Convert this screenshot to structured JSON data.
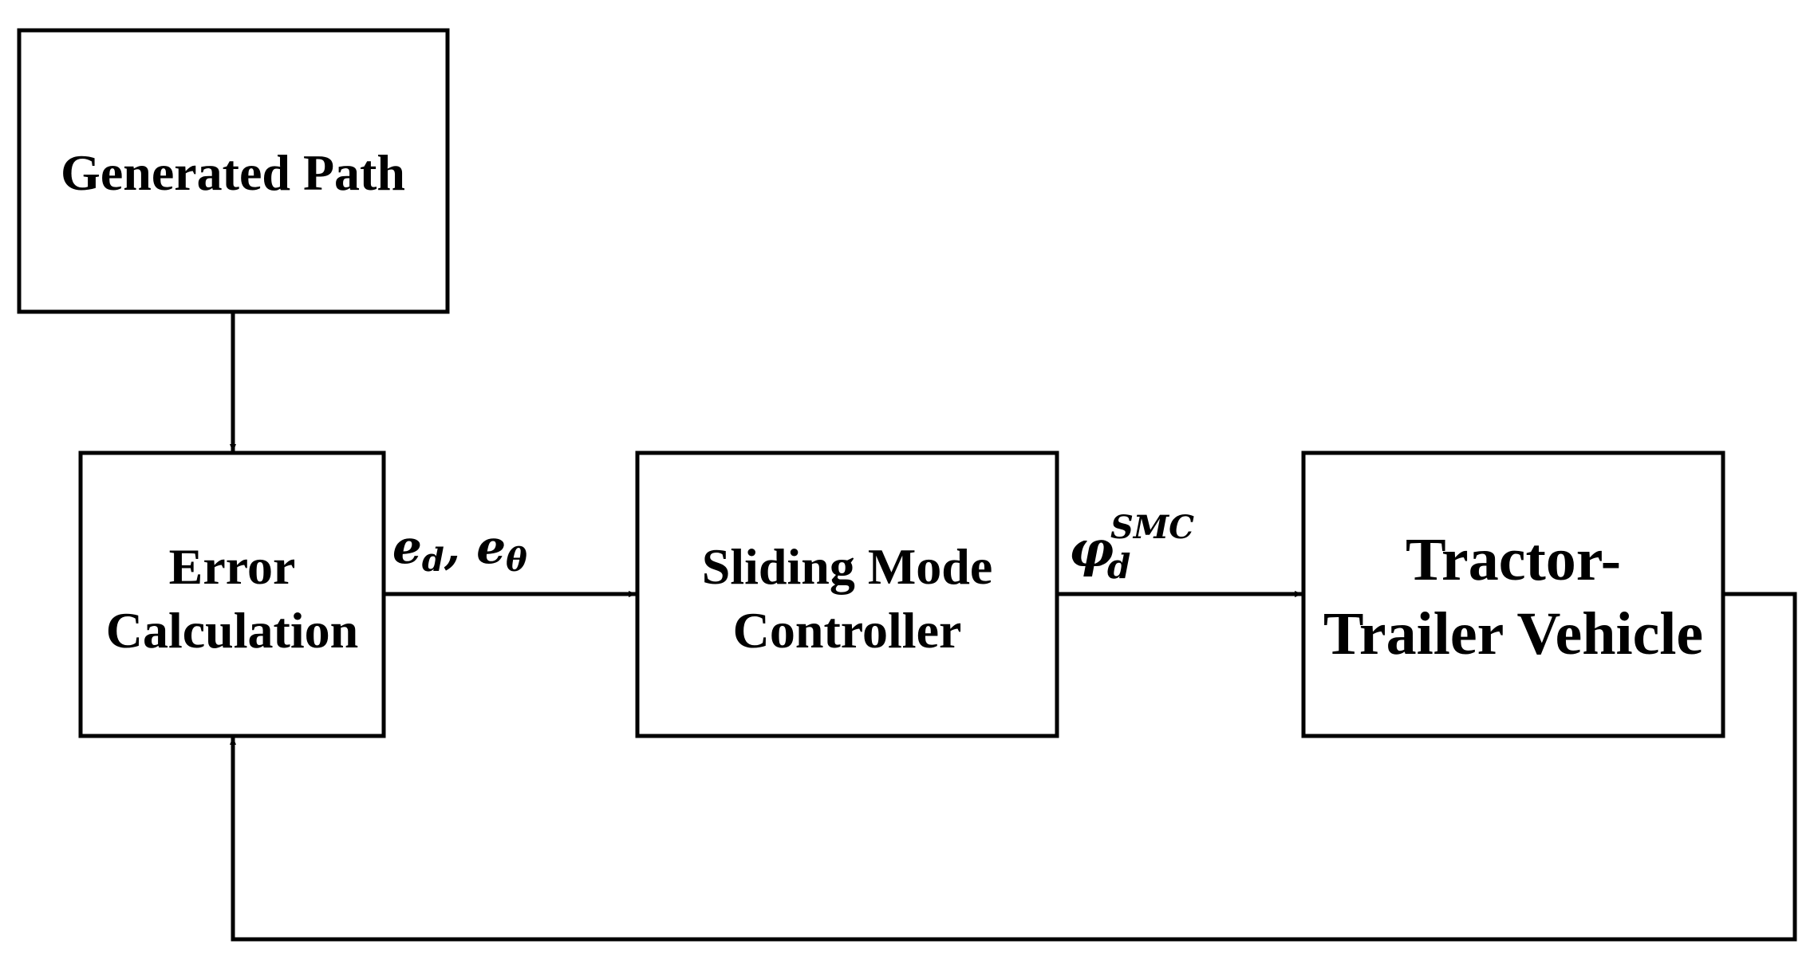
{
  "blocks": {
    "generated_path": {
      "lines": [
        "Generated Path"
      ]
    },
    "error_calculation": {
      "lines": [
        "Error",
        "Calculation"
      ]
    },
    "sliding_mode_controller": {
      "lines": [
        "Sliding Mode",
        "Controller"
      ]
    },
    "tractor_trailer_vehicle": {
      "lines": [
        "Tractor-",
        "Trailer Vehicle"
      ]
    }
  },
  "signals": {
    "errors": {
      "e1": "e",
      "e1_sub": "d",
      "separator": ", ",
      "e2": "e",
      "e2_sub": "θ"
    },
    "steering": {
      "symbol": "φ",
      "sub": "d",
      "sup": "SMC"
    }
  },
  "colors": {
    "stroke": "#000000",
    "background": "#ffffff"
  }
}
